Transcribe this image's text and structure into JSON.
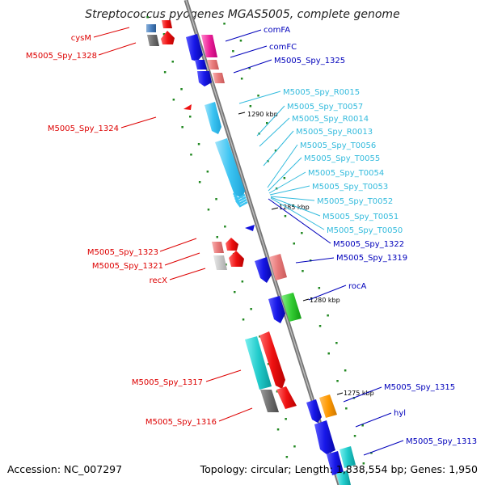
{
  "title": "Streptococcus pyogenes MGAS5005, complete genome",
  "footer": {
    "accession": "Accession: NC_007297",
    "topology": "Topology: circular; Length: 1,838,554 bp; Genes: 1,950"
  },
  "ticks": [
    "1290 kbp",
    "1285 kbp",
    "1280 kbp",
    "1275 kbp"
  ],
  "colors": {
    "left_labels": "#dd0000",
    "right_labels": "#0000bb",
    "rna_labels": "#33bbdd",
    "backbone": "#777777",
    "dots": "#228822"
  },
  "left_labels": [
    "cysM",
    "M5005_Spy_1328",
    "M5005_Spy_1324",
    "M5005_Spy_1323",
    "M5005_Spy_1321",
    "recX",
    "M5005_Spy_1317",
    "M5005_Spy_1316"
  ],
  "right_labels": [
    "comFA",
    "comFC",
    "M5005_Spy_1325",
    "M5005_Spy_1322",
    "M5005_Spy_1319",
    "rocA",
    "M5005_Spy_1315",
    "hyl",
    "M5005_Spy_1313"
  ],
  "rna_labels": [
    "M5005_Spy_R0015",
    "M5005_Spy_T0057",
    "M5005_Spy_R0014",
    "M5005_Spy_R0013",
    "M5005_Spy_T0056",
    "M5005_Spy_T0055",
    "M5005_Spy_T0054",
    "M5005_Spy_T0053",
    "M5005_Spy_T0052",
    "M5005_Spy_T0051",
    "M5005_Spy_T0050"
  ]
}
